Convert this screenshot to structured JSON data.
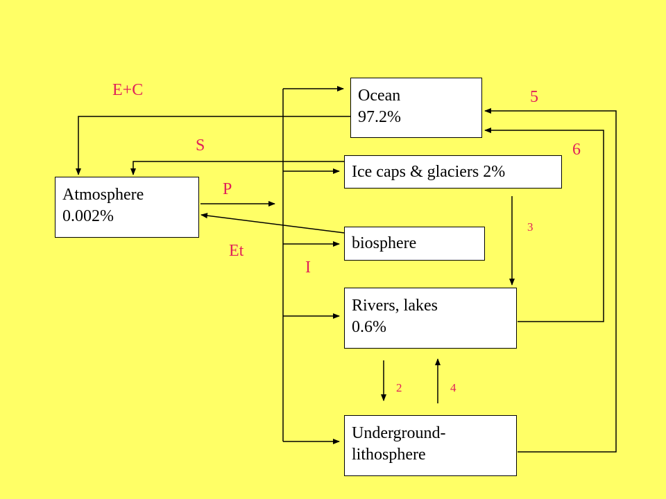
{
  "boxes": {
    "ocean": {
      "line1": "Ocean",
      "line2": "97.2%"
    },
    "ice": {
      "line1": "Ice caps & glaciers 2%"
    },
    "atmosphere": {
      "line1": "Atmosphere",
      "line2": "0.002%"
    },
    "biosphere": {
      "line1": "biosphere"
    },
    "rivers": {
      "line1": "Rivers, lakes",
      "line2": "0.6%"
    },
    "underground": {
      "line1": "Underground-",
      "line2": "lithosphere"
    }
  },
  "labels": {
    "ec": "E+C",
    "s": "S",
    "p": "P",
    "et": "Et",
    "i": "I",
    "n5": "5",
    "n6": "6",
    "n3": "3",
    "n2": "2",
    "n4": "4"
  },
  "colors": {
    "background": "#FFFF66",
    "box_fill": "#FFFFFF",
    "label_text": "#E0205A",
    "lines": "#000000"
  }
}
